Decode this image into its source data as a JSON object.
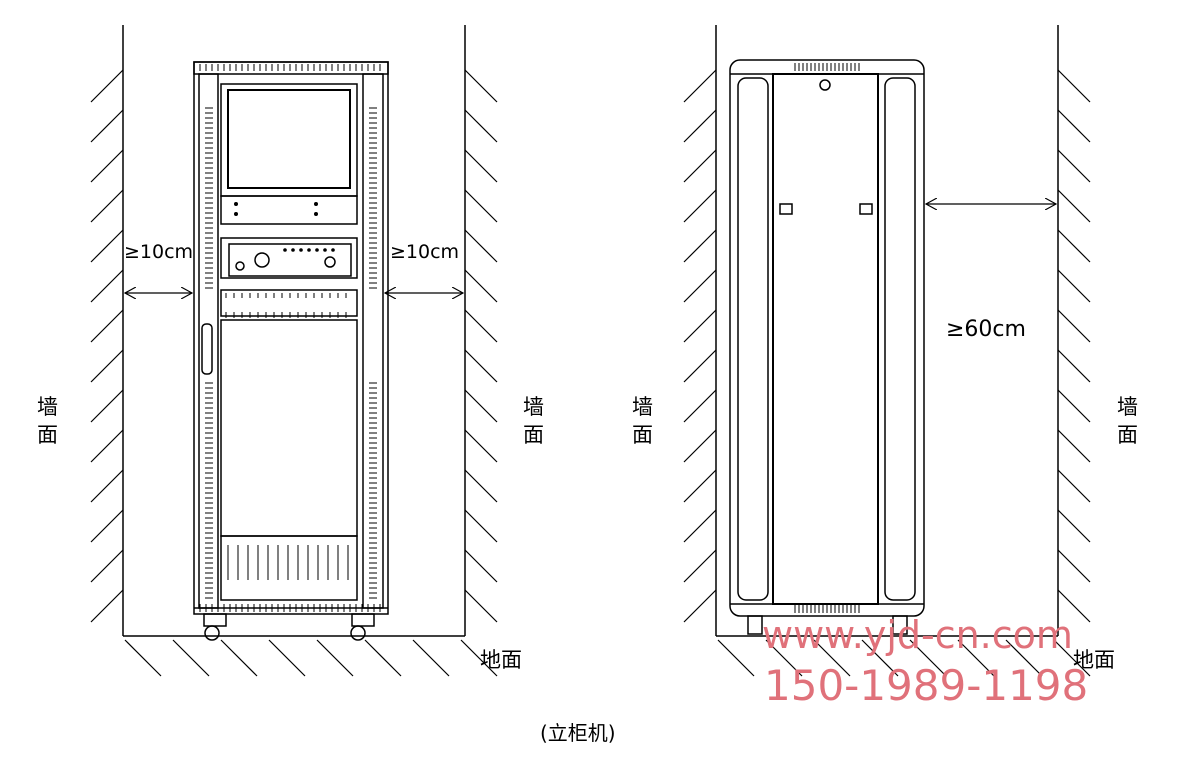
{
  "left_view": {
    "clearance_left": "≥10cm",
    "clearance_right": "≥10cm",
    "wall_left": [
      "墙",
      "面"
    ],
    "wall_right": [
      "墙",
      "面"
    ],
    "floor": "地面"
  },
  "right_view": {
    "clearance_back": "≥60cm",
    "wall_left": [
      "墙",
      "面"
    ],
    "wall_right": [
      "墙",
      "面"
    ],
    "floor": "地面"
  },
  "caption": "(立柜机)",
  "watermark": {
    "url": "www.yjd-cn.com",
    "phone": "150-1989-1198",
    "color": "#e0717a"
  }
}
